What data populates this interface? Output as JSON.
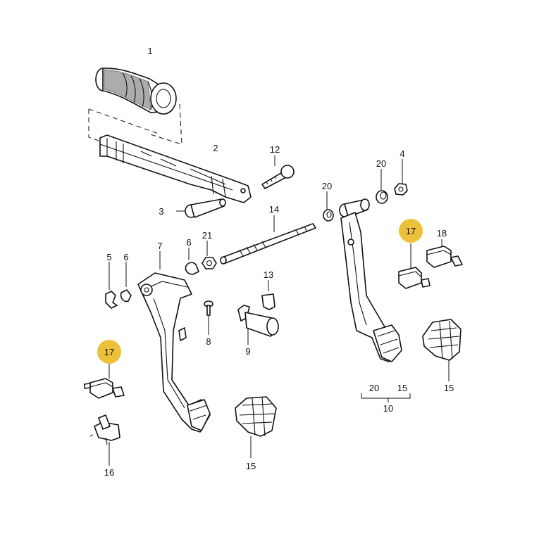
{
  "highlight_color": "#ecc13a",
  "callouts": {
    "c1": "1",
    "c2": "2",
    "c3": "3",
    "c4": "4",
    "c5": "5",
    "c6a": "6",
    "c6b": "6",
    "c7": "7",
    "c8": "8",
    "c9": "9",
    "c10": "10",
    "c12": "12",
    "c13": "13",
    "c14": "14",
    "c15a": "15",
    "c15b": "15",
    "c15c": "15",
    "c16": "16",
    "c17a": "17",
    "c17b": "17",
    "c18": "18",
    "c20a": "20",
    "c20b": "20",
    "c20c": "20",
    "c21": "21"
  }
}
